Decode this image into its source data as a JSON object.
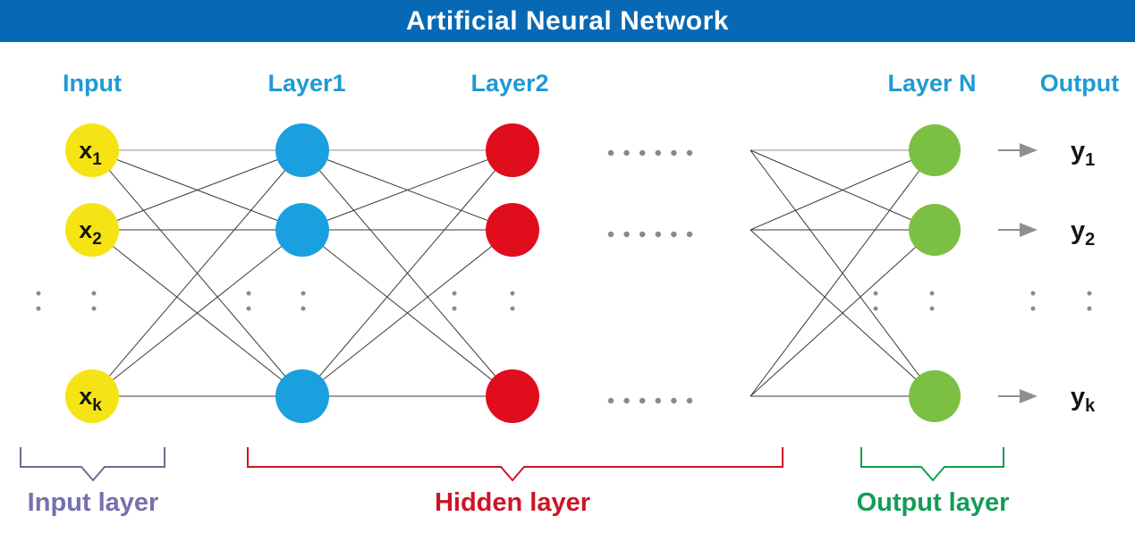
{
  "header": {
    "title": "Artificial Neural Network"
  },
  "colors": {
    "header_bg": "#0769b3",
    "title_text": "#ffffff",
    "column_label": "#1e9ad6",
    "node_input": "#f6e315",
    "node_hidden1": "#1aa0de",
    "node_hidden2": "#e00d1d",
    "node_output": "#7bc043",
    "edge": "#3a3a3a",
    "edge_light": "#c6c6c6",
    "dots": "#8a8a8a",
    "arrow": "#8f8f8f",
    "io_text": "#151515",
    "brace_input": "#6a6f8e",
    "input_layer": "#7570af",
    "hidden_layer": "#cd1426",
    "output_layer": "#139c55"
  },
  "columns": [
    {
      "label": "Input"
    },
    {
      "label": "Layer1"
    },
    {
      "label": "Layer2"
    },
    {
      "label": "Layer N"
    },
    {
      "label": "Output"
    }
  ],
  "input_nodes": [
    {
      "base": "x",
      "sub": "1"
    },
    {
      "base": "x",
      "sub": "2"
    },
    {
      "base": "x",
      "sub": "k"
    }
  ],
  "output_labels": [
    {
      "base": "y",
      "sub": "1"
    },
    {
      "base": "y",
      "sub": "2"
    },
    {
      "base": "y",
      "sub": "k"
    }
  ],
  "layer_groups": {
    "input": {
      "label": "Input layer"
    },
    "hidden": {
      "label": "Hidden layer"
    },
    "output": {
      "label": "Output layer"
    }
  }
}
